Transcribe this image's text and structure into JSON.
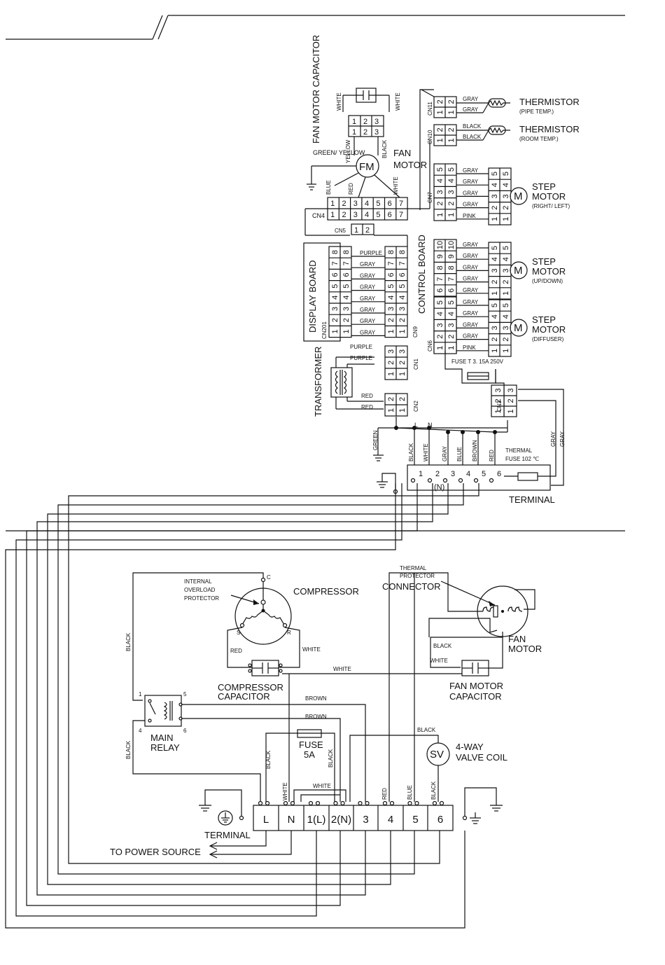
{
  "header": {
    "rule": true
  },
  "indoor": {
    "fan_motor_capacitor": "FAN MOTOR CAPACITOR",
    "fan_motor": {
      "symbol": "FM",
      "label": "FAN MOTOR"
    },
    "wires_top": {
      "white_a": "WHITE",
      "white_b": "WHITE",
      "green_yellow": "GREEN/ YELLOW",
      "yellow": "YELLOW",
      "black": "BLACK",
      "blue": "BLUE",
      "red": "RED",
      "white_c": "WHITE"
    },
    "connector_pins": {
      "cap": [
        "1",
        "2",
        "3"
      ],
      "cn4_upper": [
        "1",
        "2",
        "3",
        "4",
        "5",
        "6",
        "7"
      ],
      "cn4_lower": [
        "1",
        "2",
        "3",
        "4",
        "5",
        "6",
        "7"
      ],
      "cn5": [
        "1",
        "2"
      ],
      "eight": [
        "1",
        "2",
        "3",
        "4",
        "5",
        "6",
        "7",
        "8"
      ],
      "three": [
        "1",
        "2",
        "3"
      ],
      "two": [
        "1",
        "2"
      ],
      "five": [
        "1",
        "2",
        "3",
        "4",
        "5"
      ],
      "ten": [
        "1",
        "2",
        "3",
        "4",
        "5",
        "6",
        "7",
        "8",
        "9",
        "10"
      ]
    },
    "cn_labels": {
      "cn4": "CN4",
      "cn5": "CN5",
      "cn201": "CN201",
      "cn9": "CN9",
      "cn1": "CN1",
      "cn2": "CN2",
      "cn3": "CN3",
      "cn6": "CN6",
      "cn7": "CN7",
      "cn10": "CN10",
      "cn11": "CN11"
    },
    "display_board": "DISPLAY BOARD",
    "control_board": "CONTROL BOARD",
    "transformer": "TRANSFORMER",
    "display_wires": [
      "GRAY",
      "GRAY",
      "GRAY",
      "GRAY",
      "GRAY",
      "GRAY",
      "GRAY",
      "PURPLE"
    ],
    "cn1_wires": [
      "PURPLE",
      "PURPLE"
    ],
    "cn2_wires": [
      "RED",
      "RED"
    ],
    "thermistor_pipe": {
      "title": "THERMISTOR",
      "sub": "(PIPE TEMP.)",
      "wires": [
        "GRAY",
        "GRAY"
      ]
    },
    "thermistor_room": {
      "title": "THERMISTOR",
      "sub": "(ROOM TEMP.)",
      "wires": [
        "BLACK",
        "BLACK"
      ]
    },
    "step_rl": {
      "title": "STEP",
      "title2": "MOTOR",
      "sub": "(RIGHT/ LEFT)",
      "wires": [
        "GRAY",
        "GRAY",
        "GRAY",
        "GRAY",
        "PINK"
      ]
    },
    "step_ud": {
      "title": "STEP",
      "title2": "MOTOR",
      "sub": "(UP/DOWN)",
      "wires": [
        "GRAY",
        "GRAY",
        "GRAY",
        "GRAY",
        "GRAY"
      ]
    },
    "step_df": {
      "title": "STEP",
      "title2": "MOTOR",
      "sub": "(DIFFUSER)",
      "wires": [
        "GRAY",
        "GRAY",
        "GRAY",
        "GRAY",
        "PINK"
      ]
    },
    "motor_symbol": "M",
    "fuse": "FUSE T 3. 15A 250V",
    "bus": {
      "l": "L",
      "n": "N",
      "green": "GREEN"
    },
    "terminal_wires": [
      "BLACK",
      "WHITE",
      "GRAY",
      "BLUE",
      "BROWN",
      "RED"
    ],
    "thermal_fuse": {
      "line1": "THERMAL",
      "line2": "FUSE 102 ℃"
    },
    "cn3_wires": [
      "GRAY",
      "GRAY"
    ],
    "terminal_numbers": [
      "1",
      "2",
      "3",
      "4",
      "5",
      "6"
    ],
    "terminal_n": "(N)",
    "terminal_label": "TERMINAL"
  },
  "outdoor": {
    "compressor": "COMPRESSOR",
    "overload": [
      "INTERNAL",
      "OVERLOAD",
      "PROTECTOR"
    ],
    "comp_pins": {
      "c": "C",
      "s": "S",
      "r": "R"
    },
    "thermal_protector": [
      "THERMAL",
      "PROTECTOR"
    ],
    "connector": "CONNECTOR",
    "fan_motor": [
      "FAN",
      "MOTOR"
    ],
    "compressor_capacitor": [
      "COMPRESSOR",
      "CAPACITOR"
    ],
    "fan_motor_capacitor": [
      "FAN MOTOR",
      "CAPACITOR"
    ],
    "main_relay": [
      "MAIN",
      "RELAY"
    ],
    "relay_pins": [
      "1",
      "5",
      "4",
      "6"
    ],
    "fuse": [
      "FUSE",
      "5A"
    ],
    "valve": {
      "symbol": "SV",
      "line1": "4-WAY",
      "line2": "VALVE COIL"
    },
    "wires": {
      "black_left_top": "BLACK",
      "black_left_bottom": "BLACK",
      "red": "RED",
      "white_comp": "WHITE",
      "white_long": "WHITE",
      "black_fan": "BLACK",
      "white_fan": "WHITE",
      "brown1": "BROWN",
      "brown2": "BROWN",
      "black_valve": "BLACK",
      "black_fuse": "BLACK",
      "black_fuse_r": "BLACK",
      "white_n": "WHITE",
      "white_mid": "WHITE",
      "red_4": "RED",
      "blue_5": "BLUE",
      "black_6": "BLACK"
    },
    "terminal_cells": [
      "L",
      "N",
      "1(L)",
      "2(N)",
      "3",
      "4",
      "5",
      "6"
    ],
    "terminal_label": "TERMINAL",
    "to_power": "TO  POWER  SOURCE"
  }
}
